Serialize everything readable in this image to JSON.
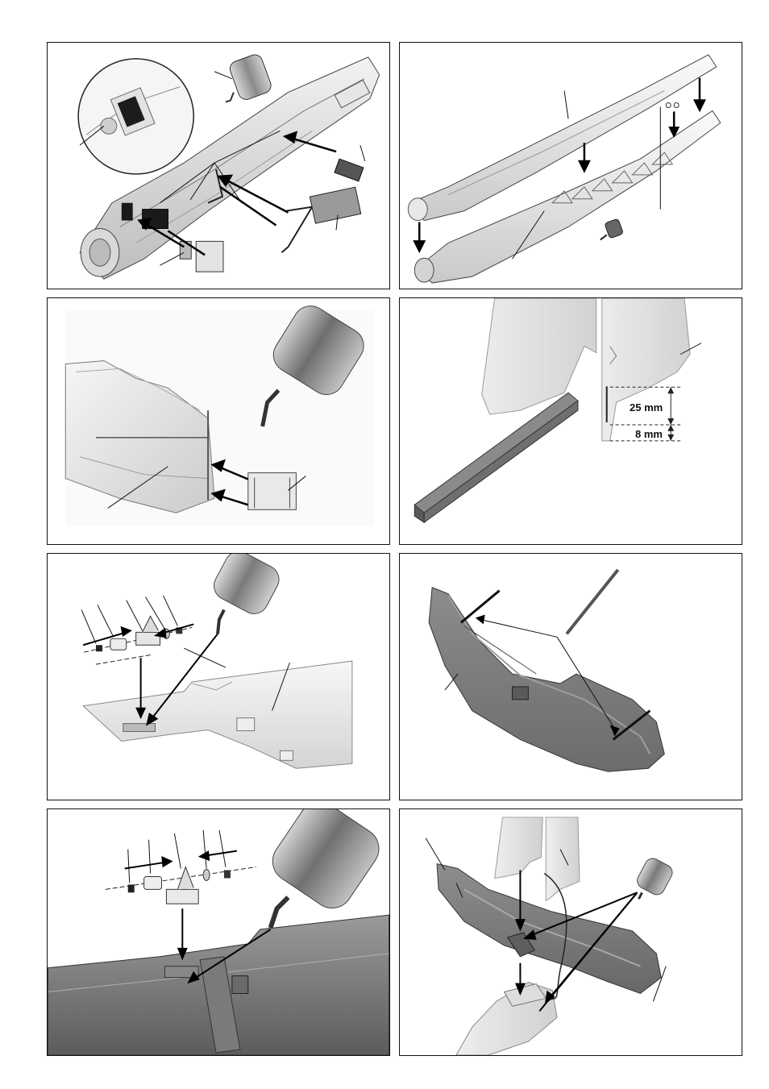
{
  "page": {
    "panels": [
      {
        "id": "fuselage-servo-install"
      },
      {
        "id": "fuselage-shells-joining"
      },
      {
        "id": "fuselage-tail-glue"
      },
      {
        "id": "fin-dimensions"
      },
      {
        "id": "stabilizer-horn-left"
      },
      {
        "id": "wing-spar-rods"
      },
      {
        "id": "wing-horn-glue"
      },
      {
        "id": "tail-assembly"
      }
    ],
    "dimensions": {
      "upper": "25 mm",
      "lower": "8 mm"
    }
  }
}
